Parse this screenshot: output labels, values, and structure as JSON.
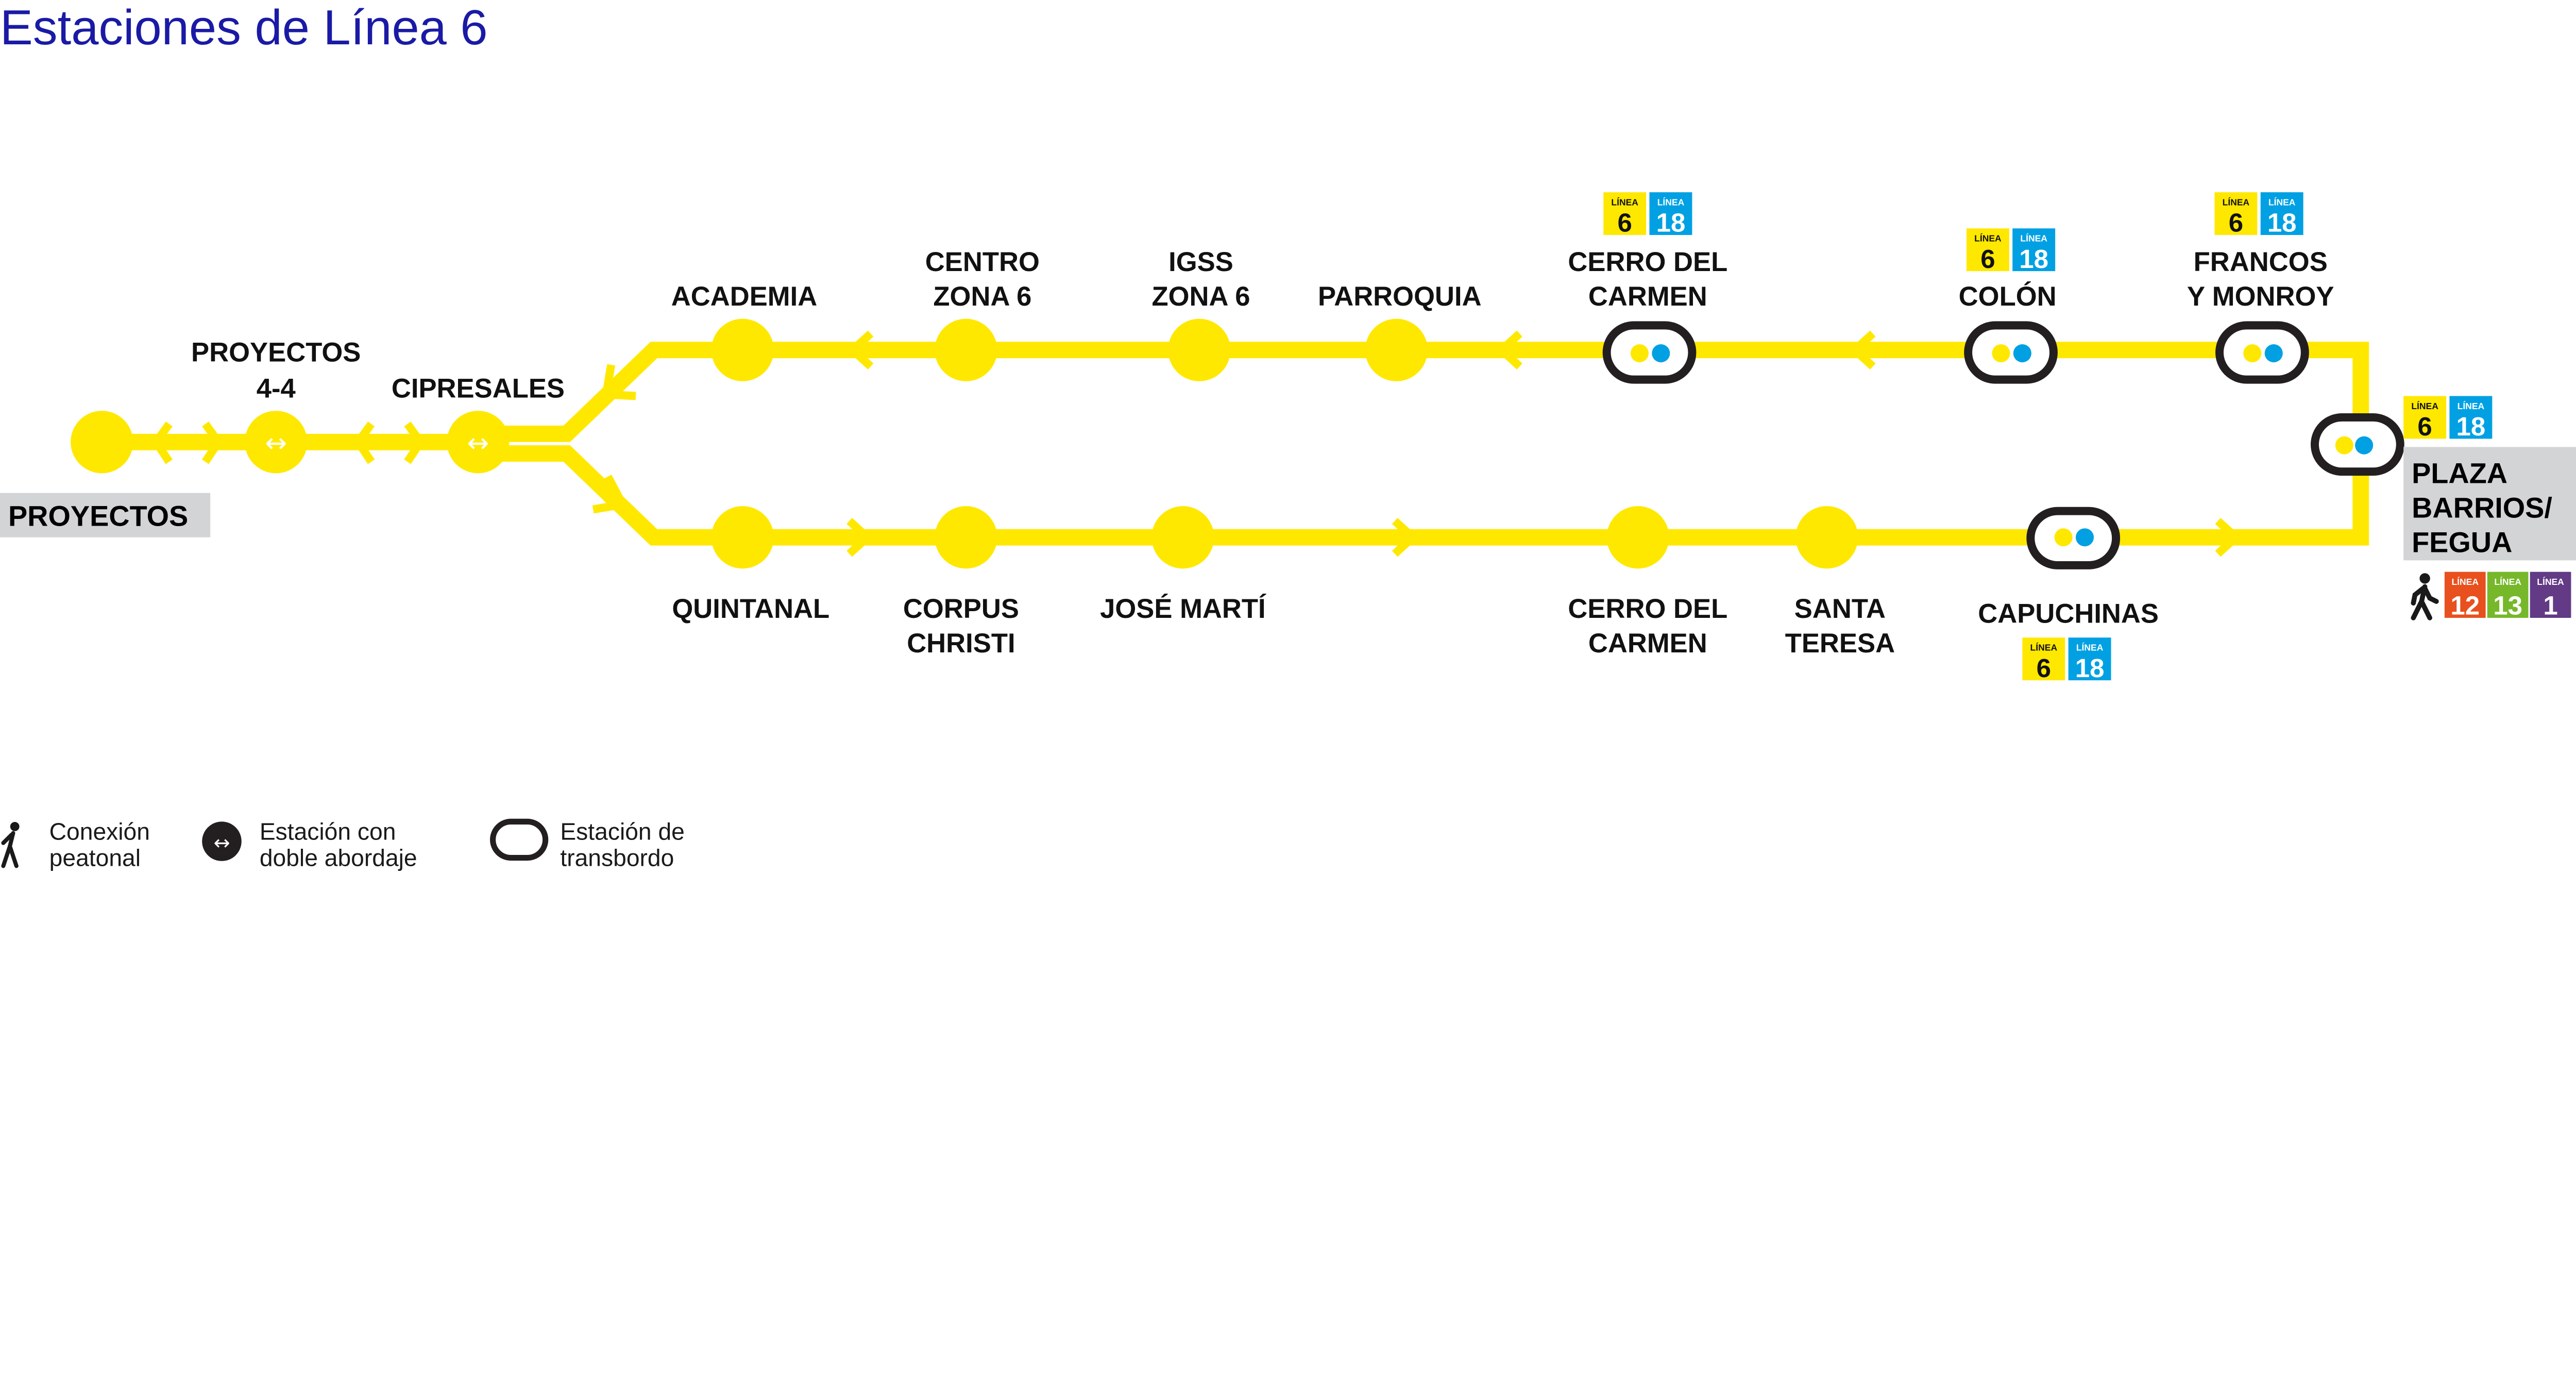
{
  "title": "Estaciones de Línea 6",
  "colors": {
    "line6": "#ffe800",
    "line18": "#00a0e3",
    "line12": "#e8501e",
    "line13": "#76b82a",
    "line1": "#623a86",
    "label_bg": "#d3d4d6",
    "title": "#1a1aa6"
  },
  "badge": {
    "word": "LÍNEA",
    "l6": "6",
    "l18": "18",
    "l12": "12",
    "l13": "13",
    "l1": "1"
  },
  "stations": {
    "proyectos": "PROYECTOS",
    "proyectos44": [
      "PROYECTOS",
      "4-4"
    ],
    "cipresales": "CIPRESALES",
    "top": {
      "academia": "ACADEMIA",
      "centro": [
        "CENTRO",
        "ZONA 6"
      ],
      "igss": [
        "IGSS",
        "ZONA 6"
      ],
      "parroquia": "PARROQUIA",
      "cerro": [
        "CERRO DEL",
        "CARMEN"
      ],
      "colon": "COLÓN",
      "francos": [
        "FRANCOS",
        "Y MONROY"
      ]
    },
    "plaza": [
      "PLAZA",
      "BARRIOS/",
      "FEGUA"
    ],
    "bottom": {
      "quintanal": "QUINTANAL",
      "corpus": [
        "CORPUS",
        "CHRISTI"
      ],
      "marti": "JOSÉ MARTÍ",
      "cerro": [
        "CERRO DEL",
        "CARMEN"
      ],
      "teresa": [
        "SANTA",
        "TERESA"
      ],
      "capuchinas": "CAPUCHINAS"
    }
  },
  "legend": {
    "walk": [
      "Conexión",
      "peatonal"
    ],
    "double": [
      "Estación con",
      "doble abordaje"
    ],
    "transfer": [
      "Estación de",
      "transbordo"
    ]
  }
}
